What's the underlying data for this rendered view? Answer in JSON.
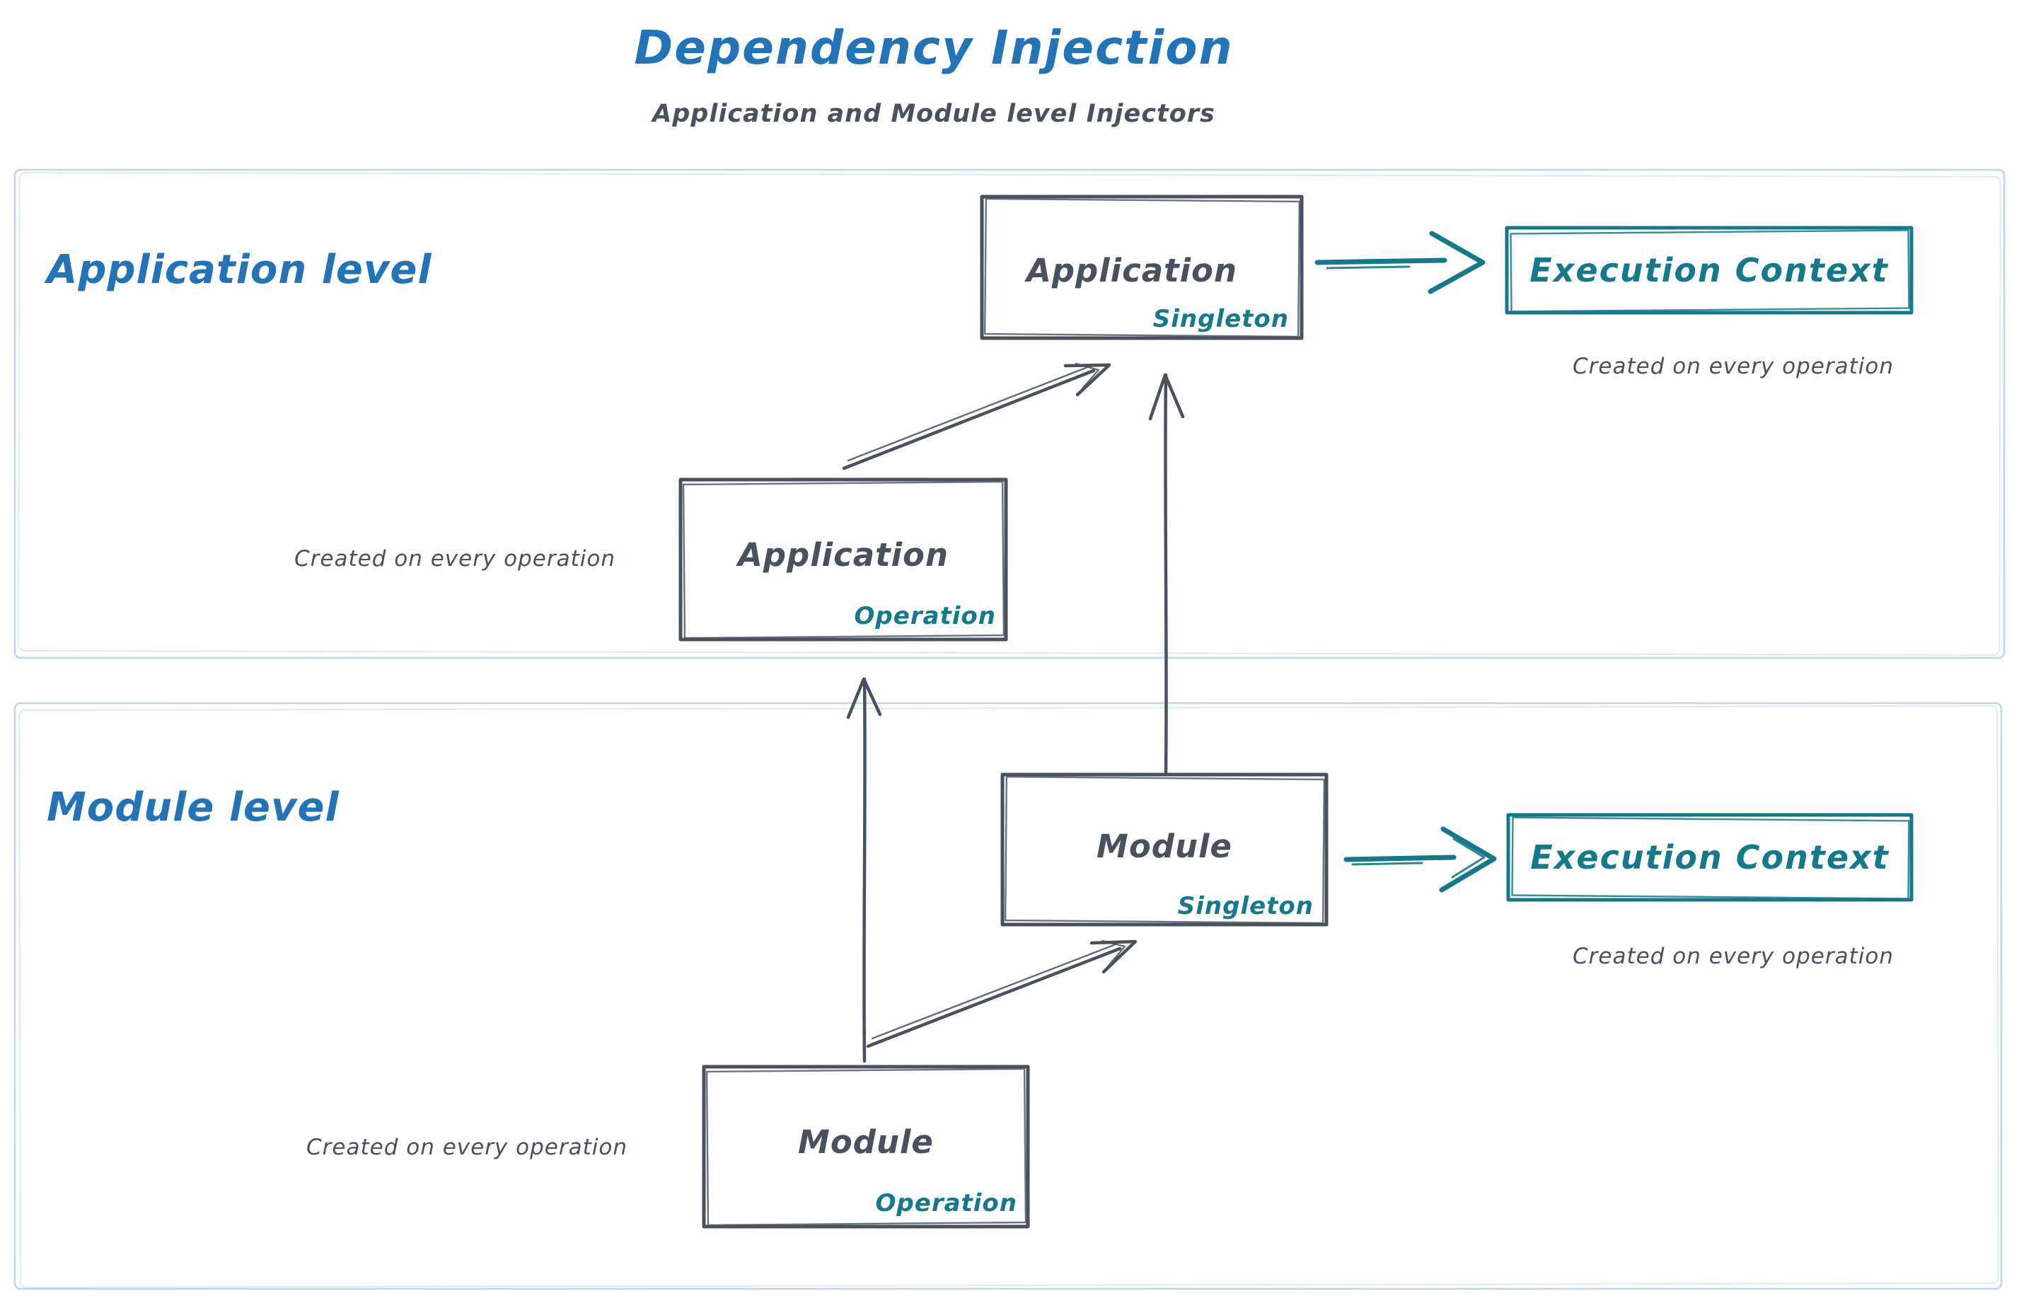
{
  "title": "Dependency Injection",
  "subtitle": "Application and Module level Injectors",
  "colors": {
    "accent": "#2273b8",
    "ink": "#49505e",
    "teal": "#15798c",
    "frame": "#bfd4ee",
    "background": "#ffffff"
  },
  "regions": {
    "application": {
      "label": "Application level"
    },
    "module": {
      "label": "Module level"
    }
  },
  "nodes": {
    "app_singleton": {
      "title": "Application",
      "badge": "Singleton"
    },
    "app_operation": {
      "title": "Application",
      "badge": "Operation"
    },
    "module_singleton": {
      "title": "Module",
      "badge": "Singleton"
    },
    "module_operation": {
      "title": "Module",
      "badge": "Operation"
    },
    "exec_context_app": {
      "title": "Execution Context",
      "caption": "Created on every operation"
    },
    "exec_context_module": {
      "title": "Execution Context",
      "caption": "Created on every operation"
    }
  },
  "captions": {
    "app_operation": "Created on every operation",
    "module_operation": "Created on every operation"
  }
}
